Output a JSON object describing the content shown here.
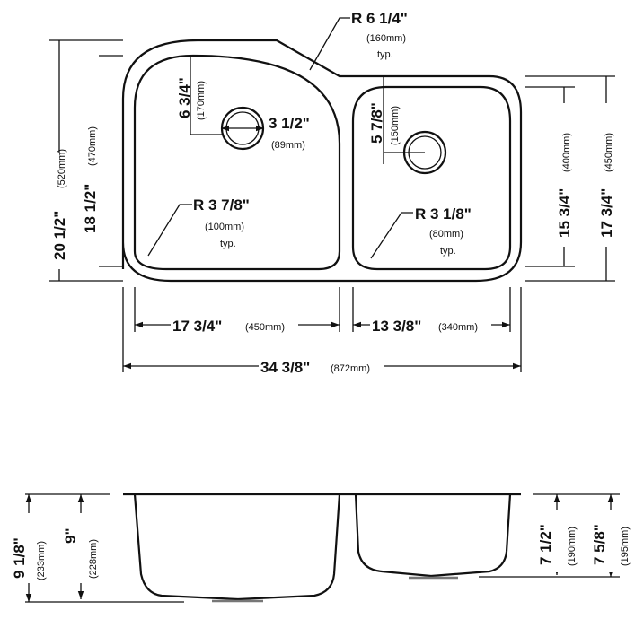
{
  "top_view": {
    "overall_depth": {
      "in": "20 1/2\"",
      "mm": "(520mm)"
    },
    "left_bowl_depth": {
      "in": "18 1/2\"",
      "mm": "(470mm)"
    },
    "right_bowl_depth": {
      "in": "15 3/4\"",
      "mm": "(400mm)"
    },
    "right_overall_depth": {
      "in": "17 3/4\"",
      "mm": "(450mm)"
    },
    "left_bowl_width": {
      "in": "17 3/4\"",
      "mm": "(450mm)"
    },
    "right_bowl_width": {
      "in": "13 3/8\"",
      "mm": "(340mm)"
    },
    "overall_width": {
      "in": "34 3/8\"",
      "mm": "(872mm)"
    },
    "top_radius": {
      "in": "R 6 1/4\"",
      "mm": "(160mm)",
      "note": "typ."
    },
    "left_corner_radius": {
      "in": "R 3 7/8\"",
      "mm": "(100mm)",
      "note": "typ."
    },
    "right_corner_radius": {
      "in": "R 3 1/8\"",
      "mm": "(80mm)",
      "note": "typ."
    },
    "left_drain_offset": {
      "in": "6 3/4\"",
      "mm": "(170mm)"
    },
    "right_drain_offset": {
      "in": "5 7/8\"",
      "mm": "(150mm)"
    },
    "drain_diameter": {
      "in": "3 1/2\"",
      "mm": "(89mm)"
    }
  },
  "side_view": {
    "left_overall_depth": {
      "in": "9 1/8\"",
      "mm": "(233mm)"
    },
    "left_bowl_depth": {
      "in": "9\"",
      "mm": "(228mm)"
    },
    "right_bowl_depth": {
      "in": "7 1/2\"",
      "mm": "(190mm)"
    },
    "right_overall_depth": {
      "in": "7 5/8\"",
      "mm": "(195mm)"
    }
  }
}
